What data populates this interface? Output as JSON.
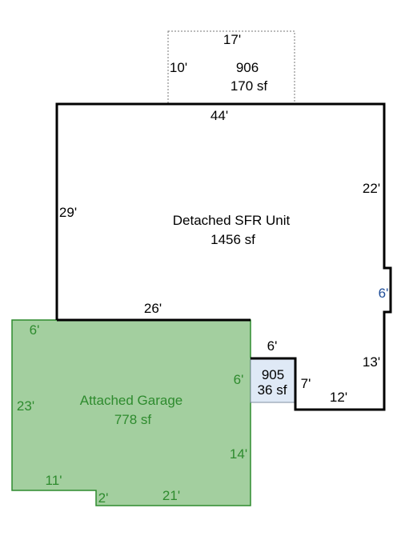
{
  "colors": {
    "main_outline": "#000000",
    "garage_fill": "#a3cf9f",
    "garage_outline": "#2e8b2e",
    "garage_text": "#2e8b2e",
    "unit905_fill": "#dfe9f6",
    "unit905_outline": "#7f8fa0",
    "unit906_outline": "#777777",
    "blue_text": "#1f4e99",
    "text": "#000000"
  },
  "areas": {
    "detached_sfr": {
      "name": "Detached SFR Unit",
      "area": "1456 sf"
    },
    "garage": {
      "name": "Attached Garage",
      "area": "778 sf"
    },
    "unit_905": {
      "code": "905",
      "area": "36 sf"
    },
    "unit_906": {
      "code": "906",
      "area": "170 sf"
    }
  },
  "dimensions": {
    "u906_top": "17'",
    "u906_left": "10'",
    "sfr_top": "44'",
    "sfr_right_upper": "22'",
    "sfr_notch": "6'",
    "sfr_left": "29'",
    "sfr_bottom_left": "26'",
    "sfr_step_top": "6'",
    "sfr_step_side": "7'",
    "sfr_right_lower": "13'",
    "sfr_bottom_right": "12'",
    "garage_top": "6'",
    "garage_left": "23'",
    "garage_right_upper": "6'",
    "garage_right_lower": "14'",
    "garage_bottom_left": "11'",
    "garage_step": "2'",
    "garage_bottom_right": "21'"
  }
}
